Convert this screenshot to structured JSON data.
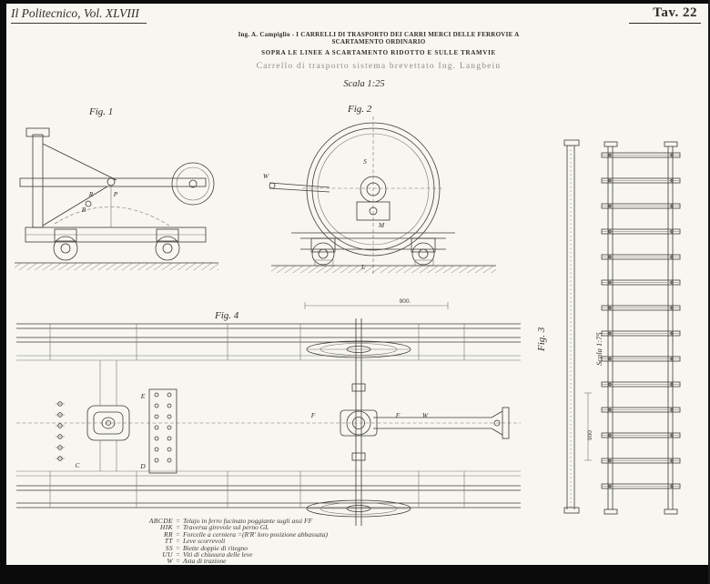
{
  "colors": {
    "paper": "#f7f6f1",
    "ink": "#3c3b34",
    "edge": "#0b0b0b",
    "faded_subtitle": "#8f8e83"
  },
  "header": {
    "journal": "Il Politecnico, Vol. XLVIII",
    "plate": "Tav. 22",
    "title_line1": "Ing. A. Campiglio - I CARRELLI DI TRASPORTO DEI CARRI MERCI DELLE FERROVIE A SCARTAMENTO ORDINARIO",
    "title_line2": "SOPRA LE LINEE A SCARTAMENTO RIDOTTO E SULLE TRAMVIE",
    "subtitle": "Carrello di trasporto sistema brevettato Ing. Langbein",
    "scale": "Scala 1:25"
  },
  "figures": {
    "fig1": {
      "label": "Fig. 1",
      "letter_r": "R",
      "letter_p": "P",
      "letter_b": "B"
    },
    "fig2": {
      "label": "Fig. 2",
      "letter_w": "W",
      "letter_s": "S",
      "letter_m": "M",
      "letter_l": "L",
      "dim_900": "900."
    },
    "fig3": {
      "label": "Fig. 3",
      "scale": "Scala 1:75",
      "dim_900": "900"
    },
    "fig4": {
      "label": "Fig. 4",
      "letter_e": "E",
      "letter_d": "D",
      "letter_c": "C",
      "letter_f1": "F",
      "letter_f2": "F",
      "letter_w": "W"
    }
  },
  "legend": {
    "eq": "=",
    "items": [
      {
        "abbr": "ABCDE",
        "desc": "Telajo in ferro fucinato poggiante sugli assi FF"
      },
      {
        "abbr": "HIK",
        "desc": "Traversa girevole sul perno GL"
      },
      {
        "abbr": "RR",
        "desc": "Forcelle a cerniera =(R'R' loro posizione abbassata)"
      },
      {
        "abbr": "TT",
        "desc": "Leve scorrevoli"
      },
      {
        "abbr": "SS",
        "desc": "Biette doppie di ritegno"
      },
      {
        "abbr": "UU",
        "desc": "Viti di chiusura delle leve"
      },
      {
        "abbr": "W",
        "desc": "Asta di trazione"
      }
    ]
  }
}
